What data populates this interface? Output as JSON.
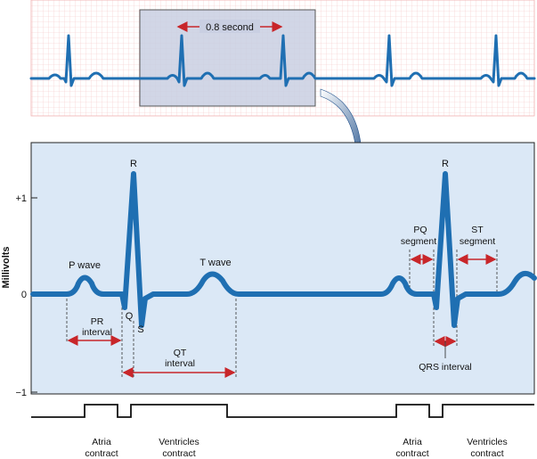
{
  "strip": {
    "interval_label": "0.8 second"
  },
  "axis": {
    "ylabel": "Millivolts",
    "ticks": [
      "+1",
      "0",
      "−1"
    ]
  },
  "waves": {
    "p_wave": "P wave",
    "t_wave": "T wave",
    "r1": "R",
    "r2": "R",
    "q": "Q",
    "s": "S"
  },
  "intervals": {
    "pr_1": "PR",
    "pr_2": "interval",
    "qt_1": "QT",
    "qt_2": "interval",
    "pq_1": "PQ",
    "pq_2": "segment",
    "st_1": "ST",
    "st_2": "segment",
    "qrs": "QRS interval"
  },
  "phases": {
    "atria_1_a": "Atria",
    "atria_1_b": "contract",
    "vent_1_a": "Ventricles",
    "vent_1_b": "contract",
    "atria_2_a": "Atria",
    "atria_2_b": "contract",
    "vent_2_a": "Ventricles",
    "vent_2_b": "contract"
  },
  "colors": {
    "trace": "#1f6fb2",
    "grid": "#f2b9b9",
    "panel_fill": "#dbe8f6",
    "highlight_fill": "#c9cfe2",
    "arrow": "#c8262a"
  }
}
